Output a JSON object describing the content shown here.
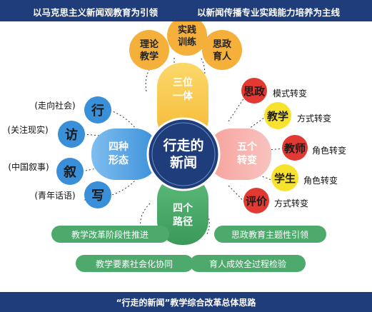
{
  "header": {
    "left": "以马克思主义新闻观教育为引领",
    "right": "以新闻传播专业实践能力培养为主线"
  },
  "center": {
    "line1": "行走的",
    "line2": "新闻"
  },
  "top_arm": {
    "line1": "三位",
    "line2": "一体",
    "circles": [
      {
        "line1": "理论",
        "line2": "教学"
      },
      {
        "line1": "实践",
        "line2": "训练"
      },
      {
        "line1": "思政",
        "line2": "育人"
      }
    ]
  },
  "left_arm": {
    "line1": "四种",
    "line2": "形态",
    "items": [
      {
        "circle": "行",
        "label": "(走向社会)"
      },
      {
        "circle": "访",
        "label": "(关注现实)"
      },
      {
        "circle": "叙",
        "label": "(中国叙事)"
      },
      {
        "circle": "写",
        "label": "(青年话语)"
      }
    ]
  },
  "right_arm": {
    "line1": "五个",
    "line2": "转变",
    "items": [
      {
        "circle": "思政",
        "label": "模式转变"
      },
      {
        "circle": "教学",
        "label": "方式转变"
      },
      {
        "circle": "教师",
        "label": "角色转变"
      },
      {
        "circle": "学生",
        "label": "角色转变"
      },
      {
        "circle": "评价",
        "label": "方式转变"
      }
    ]
  },
  "bottom_arm": {
    "line1": "四个",
    "line2": "路径",
    "items": [
      "教学改革阶段性推进",
      "思政教育主题性引领",
      "教学要素社会化协同",
      "育人成效全过程检验"
    ]
  },
  "footer": "“行走的新闻”教学综合改革总体思路",
  "colors": {
    "navy": "#1f3d7a",
    "orange": "#f4b03b",
    "top_arm": "#f7c948",
    "blue": "#3a8fd9",
    "pink": "#f28a84",
    "red_circle": "#e23a32",
    "yellow_circle": "#f7e22e",
    "green": "#4daa6c",
    "center": "#1f3d7a"
  }
}
